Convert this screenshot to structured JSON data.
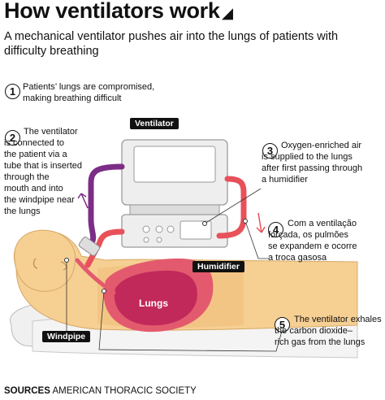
{
  "title": "How ventilators work",
  "title_marker": "◢",
  "subtitle": "A mechanical ventilator pushes air into the lungs of patients with difficulty breathing",
  "steps": [
    {
      "num": "1",
      "text": "Patients’ lungs are compromised,\nmaking breathing difficult"
    },
    {
      "num": "2",
      "text": "The ventilator\nis connected to\nthe patient via a\ntube that is inserted\nthrough the\nmouth and into\nthe windpipe near\nthe lungs"
    },
    {
      "num": "3",
      "text": "Oxygen-enriched air\nis supplied to the lungs\nafter first passing through\na humidifier"
    },
    {
      "num": "4",
      "text": "Com a ventilação\nforçada, os pulmões\nse expandem e ocorre\na troca gasosa"
    },
    {
      "num": "5",
      "text": "The ventilator exhales\nthe carbon dioxide–\nrich gas from the lungs"
    }
  ],
  "labels": {
    "ventilator": "Ventilator",
    "humidifier": "Humidifier",
    "lungs": "Lungs",
    "windpipe": "Windpipe"
  },
  "sources": {
    "label": "SOURCES",
    "text": "AMERICAN THORACIC SOCIETY"
  },
  "colors": {
    "skin": "#f6cf93",
    "lungs_outer": "#e35a6e",
    "lungs_inner": "#c1295a",
    "supply_tube": "#e8515a",
    "exhale_tube": "#7d2d86",
    "machine": "#eeeeee"
  }
}
